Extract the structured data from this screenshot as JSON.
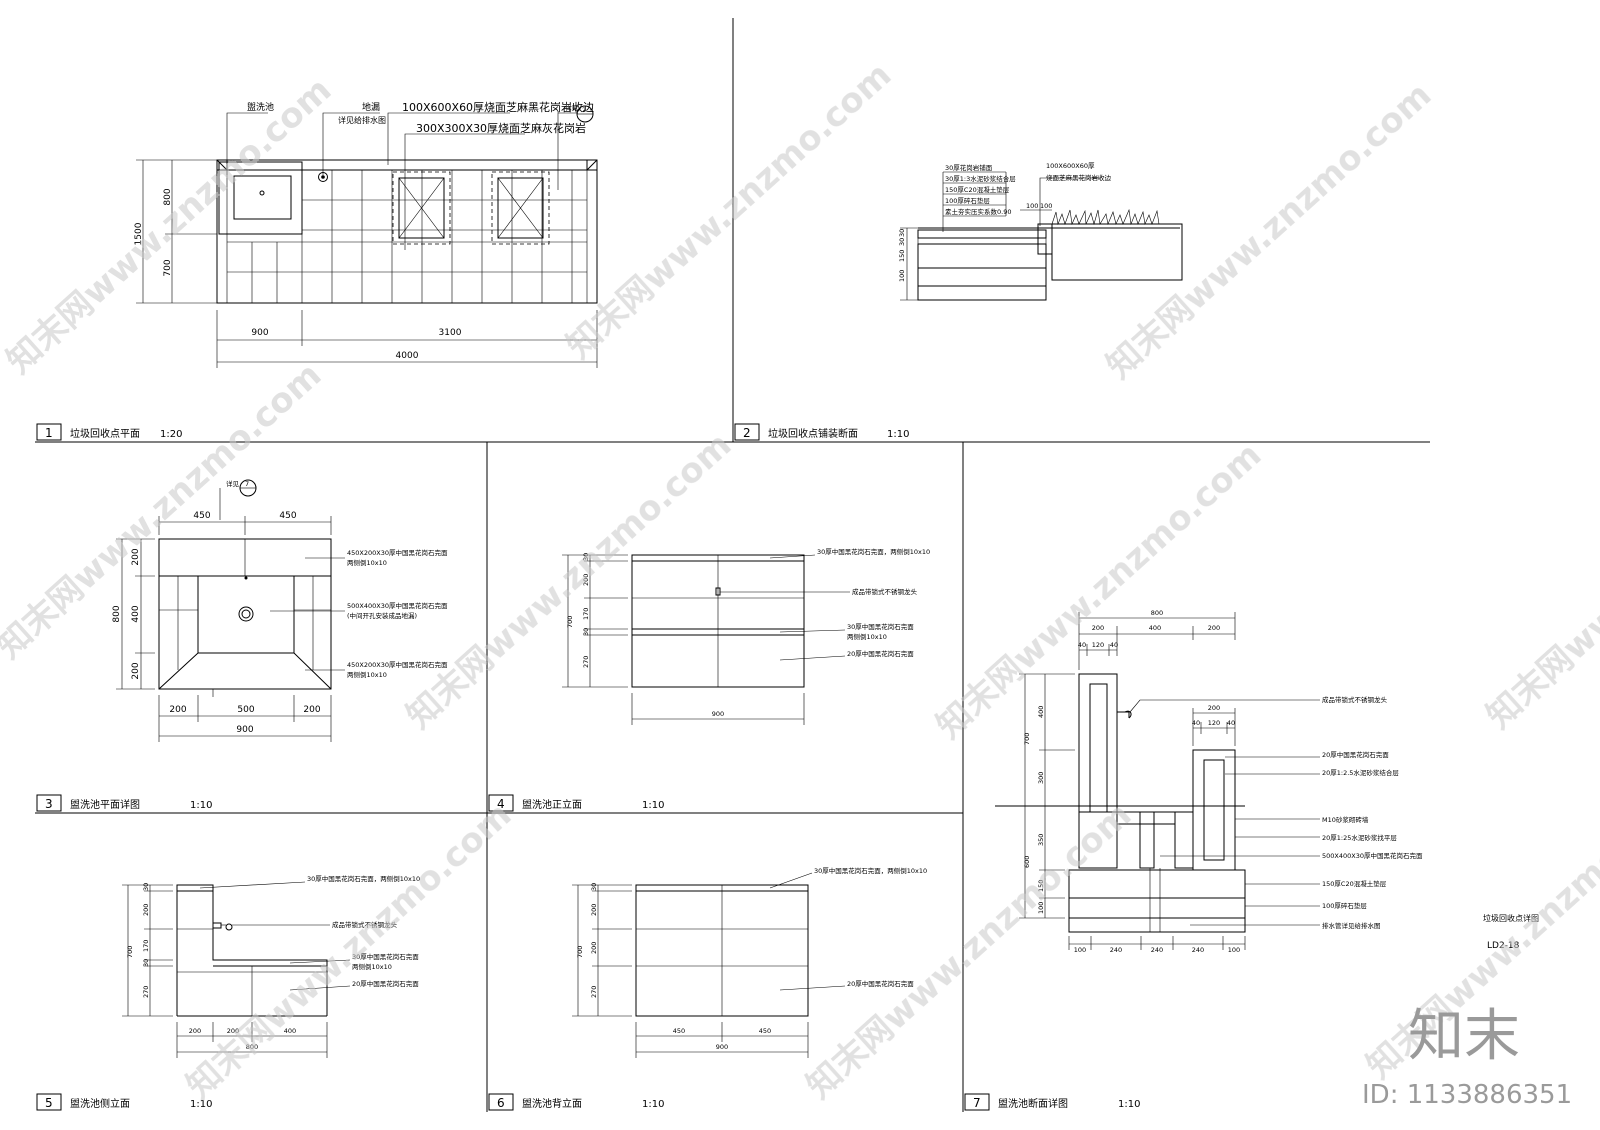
{
  "panels": {
    "p1": {
      "num": "1",
      "title": "垃圾回收点平面",
      "scale": "1:20",
      "labels": {
        "sink": "盥洗池",
        "drain": "地漏",
        "drain_note": "详见给排水图",
        "edge": "100X600X60厚烧面芝麻黑花岗岩收边",
        "paving": "300X300X30厚烧面芝麻灰花岗岩",
        "ref_tag": "详见",
        "ref_num": "2"
      },
      "dims": {
        "total_h": "1500",
        "upper_h": "800",
        "lower_h": "700",
        "w1": "900",
        "w2": "3100",
        "total_w": "4000"
      }
    },
    "p2": {
      "num": "2",
      "title": "垃圾回收点铺装断面",
      "scale": "1:10",
      "layers": [
        "30厚花岗岩铺面",
        "30厚1:3水泥砂浆结合层",
        "150厚C20混凝土垫层",
        "100厚碎石垫层",
        "素土夯实压实系数0.90"
      ],
      "edge_label_1": "100X600X60厚",
      "edge_label_2": "烧面芝麻黑花岗岩收边",
      "dims": {
        "d1": "100",
        "d2": "100",
        "v1": "30",
        "v2": "30",
        "v3": "150",
        "v4": "100"
      }
    },
    "p3": {
      "num": "3",
      "title": "盥洗池平面详图",
      "scale": "1:10",
      "ref_tag": "详见",
      "ref_num": "7",
      "notes": {
        "n1a": "450X200X30厚中国黑花岗石完面",
        "n1b": "两侧倒10x10",
        "n2a": "500X400X30厚中国黑花岗石完面",
        "n2b": "(中间开孔安装成品地漏)",
        "n3a": "450X200X30厚中国黑花岗石完面",
        "n3b": "两侧倒10x10"
      },
      "dims": {
        "top_l": "450",
        "top_r": "450",
        "v1": "200",
        "v2": "400",
        "v3": "200",
        "v_total": "800",
        "b1": "200",
        "b2": "500",
        "b3": "200",
        "b_total": "900"
      }
    },
    "p4": {
      "num": "4",
      "title": "盥洗池正立面",
      "scale": "1:10",
      "notes": {
        "n1": "30厚中国黑花岗石完面，两侧倒10x10",
        "n2": "成品带锁式不锈钢龙头",
        "n3": "30厚中国黑花岗石完面",
        "n4": "两侧倒10x10",
        "n5": "20厚中国黑花岗石完面"
      },
      "dims": {
        "v1": "30",
        "v2": "200",
        "v3": "170",
        "v4": "30",
        "v5": "270",
        "v_total": "700",
        "w": "900"
      }
    },
    "p5": {
      "num": "5",
      "title": "盥洗池侧立面",
      "scale": "1:10",
      "notes": {
        "n1": "30厚中国黑花岗石完面，两侧倒10x10",
        "n2": "成品带锁式不锈钢龙头",
        "n3": "30厚中国黑花岗石完面",
        "n4": "两侧倒10x10",
        "n5": "20厚中国黑花岗石完面"
      },
      "dims": {
        "v1": "30",
        "v2": "200",
        "v3": "170",
        "v4": "30",
        "v5": "270",
        "v_total": "700",
        "w1": "200",
        "w2": "200",
        "w3": "400",
        "w_total": "800"
      }
    },
    "p6": {
      "num": "6",
      "title": "盥洗池背立面",
      "scale": "1:10",
      "notes": {
        "n1": "30厚中国黑花岗石完面，两侧倒10x10",
        "n2": "20厚中国黑花岗石完面"
      },
      "dims": {
        "v1": "30",
        "v2": "200",
        "v3": "200",
        "v4": "270",
        "v_total": "700",
        "w1": "450",
        "w2": "450",
        "w_total": "900"
      }
    },
    "p7": {
      "num": "7",
      "title": "盥洗池断面详图",
      "scale": "1:10",
      "notes": {
        "n1": "成品带锁式不锈钢龙头",
        "n2": "20厚中国黑花岗石完面",
        "n3": "20厚1:2.5水泥砂浆结合层",
        "n4": "M10砂浆砌砖墙",
        "n5": "20厚1:25水泥砂浆找平层",
        "n6": "500X400X30厚中国黑花岗石完面",
        "n7": "150厚C20混凝土垫层",
        "n8": "100厚碎石垫层",
        "n9": "排水管详见给排水图"
      },
      "dims": {
        "top_total": "800",
        "t1": "200",
        "t2": "400",
        "t3": "200",
        "t4": "40",
        "t5": "120",
        "t6": "40",
        "m_total": "200",
        "m1": "40",
        "m2": "120",
        "m3": "40",
        "v_upper": "700",
        "v1": "400",
        "v2": "300",
        "v_lower": "600",
        "v3": "350",
        "v4": "150",
        "v5": "100",
        "b1": "100",
        "b2": "240",
        "b3": "240",
        "b4": "240",
        "b5": "100"
      }
    }
  },
  "sheet": {
    "title": "垃圾回收点详图",
    "code": "LD2-18"
  },
  "watermark": {
    "site": "知末网www.znzmo.com",
    "brand": "知末",
    "id": "ID: 1133886351"
  }
}
